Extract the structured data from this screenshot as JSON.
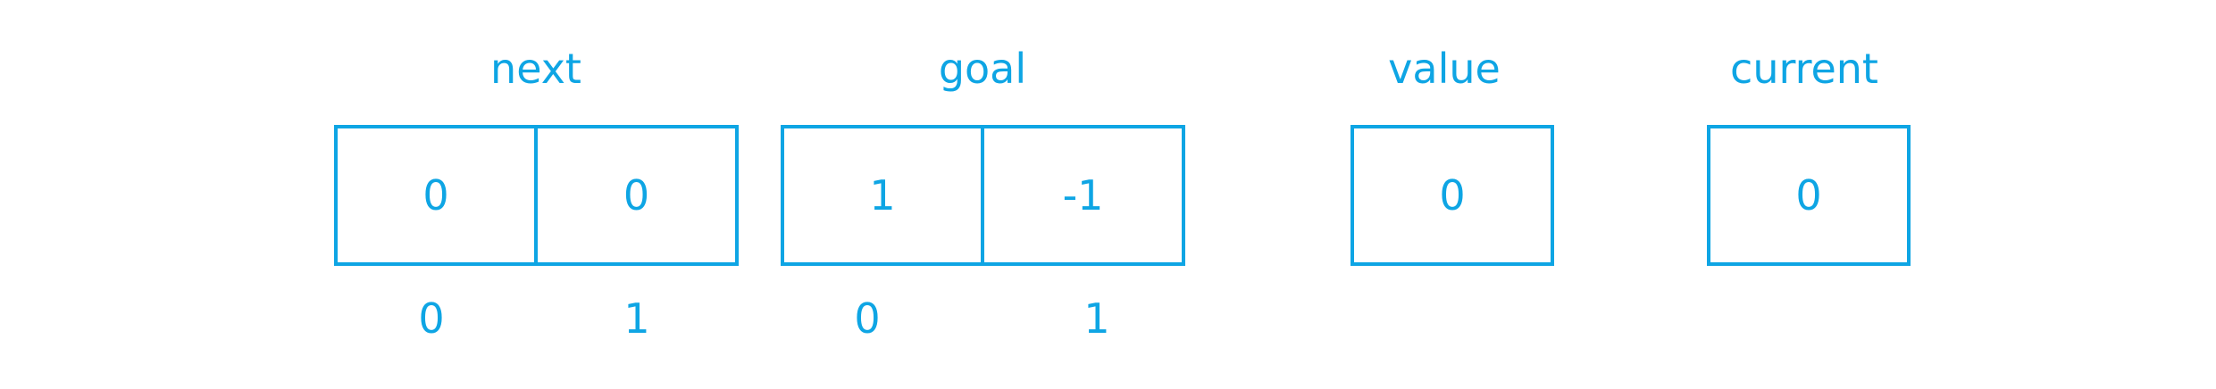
{
  "arrays": {
    "next": {
      "name": "next",
      "cells": [
        "0",
        "0"
      ],
      "indices": [
        "0",
        "1"
      ]
    },
    "goal": {
      "name": "goal",
      "cells": [
        "1",
        "-1"
      ],
      "indices": [
        "0",
        "1"
      ]
    },
    "value": {
      "name": "value",
      "cells": [
        "0"
      ]
    },
    "current": {
      "name": "current",
      "cells": [
        "0"
      ]
    }
  },
  "colors": {
    "accent": "#0ea5e4",
    "background": "#ffffff"
  }
}
